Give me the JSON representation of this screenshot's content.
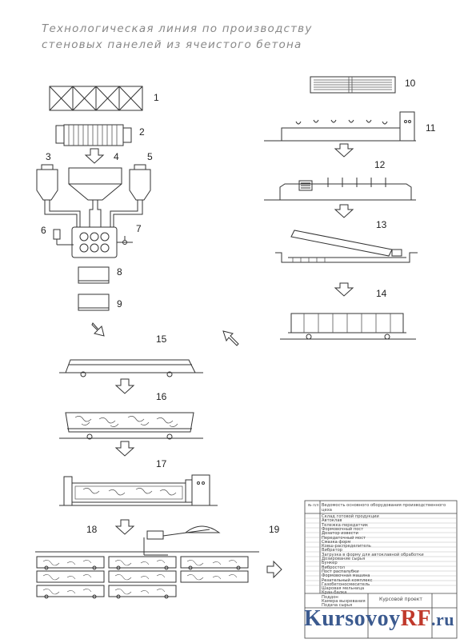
{
  "title": {
    "line1": "Технологическая линия по производству",
    "line2": "стеновых панелей из ячеистого бетона"
  },
  "labels": [
    "1",
    "2",
    "3",
    "4",
    "5",
    "6",
    "7",
    "8",
    "9",
    "10",
    "11",
    "12",
    "13",
    "14",
    "15",
    "16",
    "17",
    "18",
    "19"
  ],
  "legend": {
    "header_num": "№ п/п",
    "header_text": "Ведомость основного оборудования производственного цеха",
    "rows": [
      "Склад готовой продукции",
      "Автоклав",
      "Тележка-передатчик",
      "Формовочный пост",
      "Дозатор извести",
      "Передаточный мост",
      "Смазка форм",
      "Ковш-распределитель",
      "Вибратор",
      "Загрузка в форму для автоклавной обработки",
      "Дозирование сырья",
      "Бункер",
      "Вибростол",
      "Пост распалубки",
      "Формовочная машина",
      "Резательный комплекс",
      "Газобетоносмеситель",
      "Шаровая мельница",
      "Кран-балка",
      "Поддон",
      "Камера вызревания",
      "Подача сырья"
    ],
    "project": "Курсовой проект"
  },
  "watermark": {
    "part1": "Kursovoy",
    "part2": "RF",
    "part3": ".ru"
  }
}
